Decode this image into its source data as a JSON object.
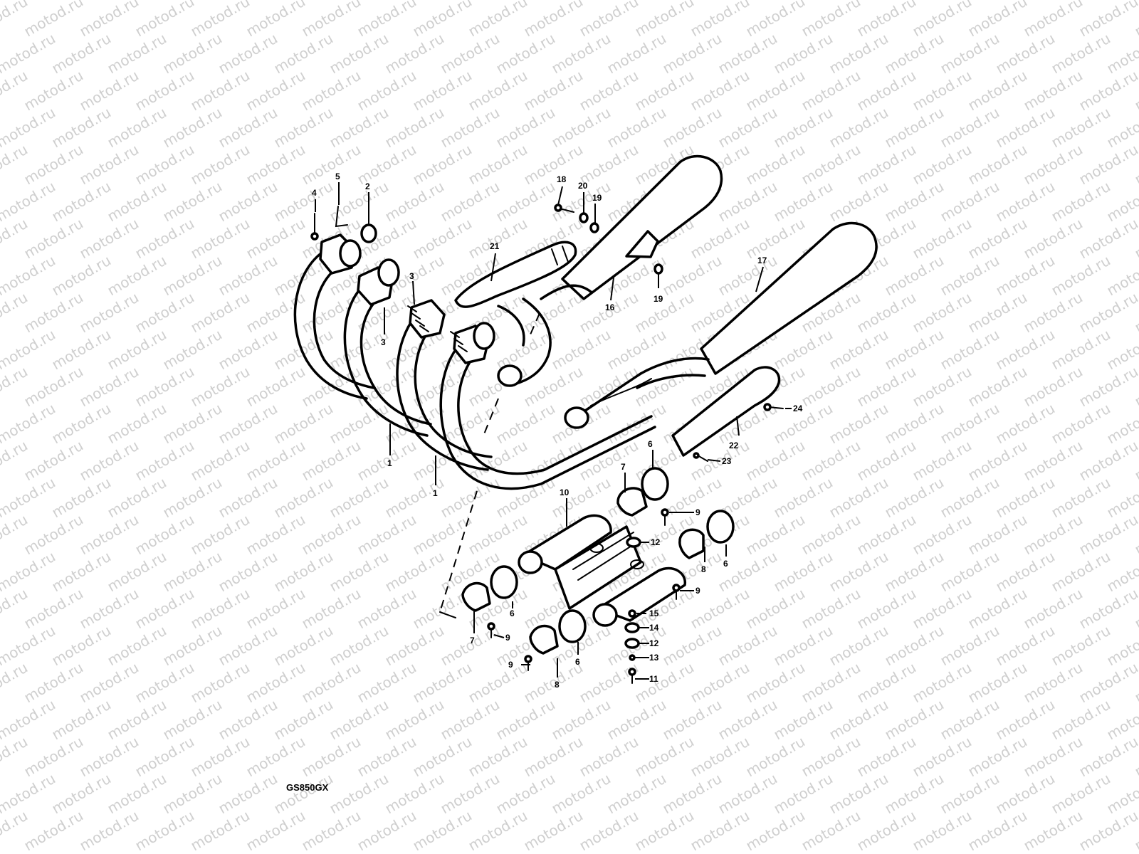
{
  "watermark": {
    "text": "motod.ru"
  },
  "model_code": "GS850GX",
  "callouts": [
    {
      "key": "c1a",
      "label": "1"
    },
    {
      "key": "c1b",
      "label": "1"
    },
    {
      "key": "c2",
      "label": "2"
    },
    {
      "key": "c3a",
      "label": "3"
    },
    {
      "key": "c3b",
      "label": "3"
    },
    {
      "key": "c4",
      "label": "4"
    },
    {
      "key": "c5",
      "label": "5"
    },
    {
      "key": "c6a",
      "label": "6"
    },
    {
      "key": "c6b",
      "label": "6"
    },
    {
      "key": "c6c",
      "label": "6"
    },
    {
      "key": "c6d",
      "label": "6"
    },
    {
      "key": "c7a",
      "label": "7"
    },
    {
      "key": "c7b",
      "label": "7"
    },
    {
      "key": "c8a",
      "label": "8"
    },
    {
      "key": "c8b",
      "label": "8"
    },
    {
      "key": "c9a",
      "label": "9"
    },
    {
      "key": "c9b",
      "label": "9"
    },
    {
      "key": "c9c",
      "label": "9"
    },
    {
      "key": "c9d",
      "label": "9"
    },
    {
      "key": "c10",
      "label": "10"
    },
    {
      "key": "c11",
      "label": "11"
    },
    {
      "key": "c12a",
      "label": "12"
    },
    {
      "key": "c12b",
      "label": "12"
    },
    {
      "key": "c13",
      "label": "13"
    },
    {
      "key": "c14",
      "label": "14"
    },
    {
      "key": "c15",
      "label": "15"
    },
    {
      "key": "c16",
      "label": "16"
    },
    {
      "key": "c17",
      "label": "17"
    },
    {
      "key": "c18",
      "label": "18"
    },
    {
      "key": "c19a",
      "label": "19"
    },
    {
      "key": "c19b",
      "label": "19"
    },
    {
      "key": "c20",
      "label": "20"
    },
    {
      "key": "c21",
      "label": "21"
    },
    {
      "key": "c22",
      "label": "22"
    },
    {
      "key": "c23",
      "label": "23"
    },
    {
      "key": "c24",
      "label": "24"
    }
  ]
}
